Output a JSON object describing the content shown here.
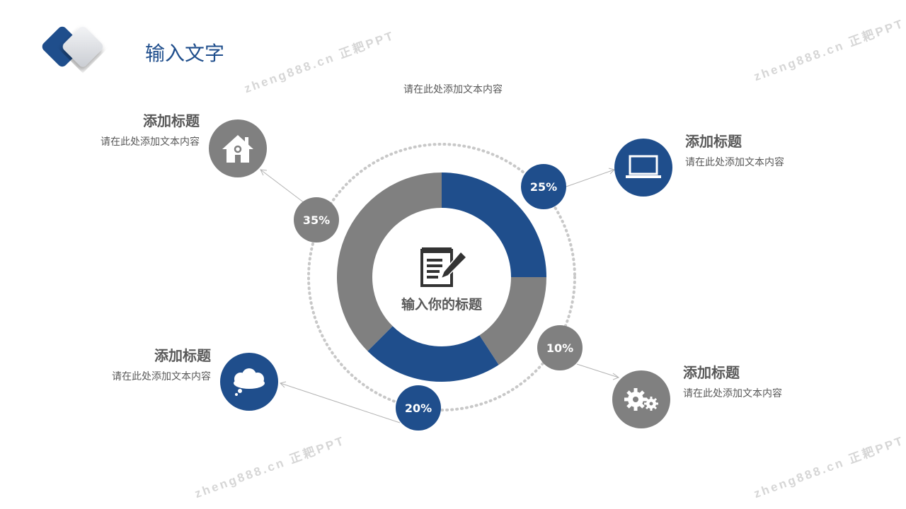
{
  "header": {
    "title": "输入文字"
  },
  "subtitle": "请在此处添加文本内容",
  "center": {
    "title": "输入你的标题",
    "icon": "notepad-pencil-icon"
  },
  "items": [
    {
      "title": "添加标题",
      "text": "请在此处添加文本内容",
      "icon": "house-icon",
      "percent": "35%",
      "color": "#808080"
    },
    {
      "title": "添加标题",
      "text": "请在此处添加文本内容",
      "icon": "laptop-icon",
      "percent": "25%",
      "color": "#1f4e8c"
    },
    {
      "title": "添加标题",
      "text": "请在此处添加文本内容",
      "icon": "cloud-icon",
      "percent": "20%",
      "color": "#1f4e8c"
    },
    {
      "title": "添加标题",
      "text": "请在此处添加文本内容",
      "icon": "gears-icon",
      "percent": "10%",
      "color": "#808080"
    }
  ],
  "watermark": "zheng888.cn 正耙PPT",
  "chart_data": {
    "type": "pie",
    "variant": "donut",
    "categories": [
      "25%",
      "10%",
      "20%",
      "35%"
    ],
    "values": [
      25,
      10,
      20,
      35
    ],
    "colors": [
      "#1f4e8c",
      "#808080",
      "#1f4e8c",
      "#808080"
    ],
    "title": "输入你的标题"
  }
}
